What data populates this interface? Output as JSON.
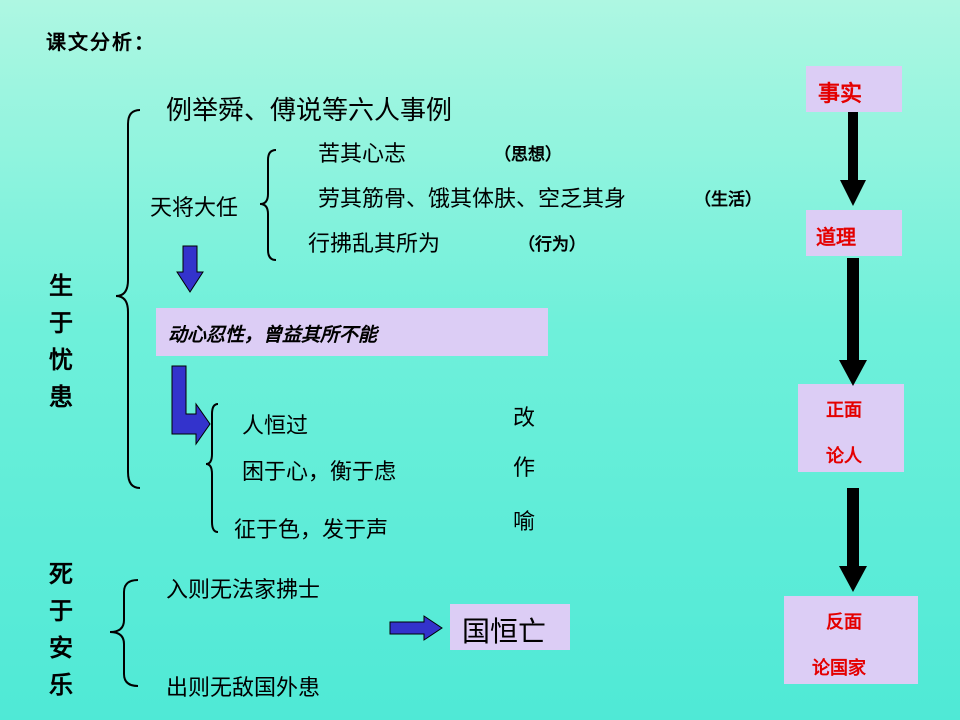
{
  "header": "课文分析：",
  "top": {
    "examples": "例举舜、傅说等六人事例",
    "task": "天将大任",
    "items": [
      {
        "text": "苦其心志",
        "note": "（思想）"
      },
      {
        "text": "劳其筋骨、饿其体肤、空乏其身",
        "note": "（生活）"
      },
      {
        "text": "行拂乱其所为",
        "note": "（行为）"
      }
    ],
    "result": "动心忍性，曾益其所不能",
    "person": [
      "人恒过",
      "困于心，衡于虑",
      "征于色，发于声"
    ],
    "verbs": [
      "改",
      "作",
      "喻"
    ]
  },
  "left_labels": {
    "upper": [
      "生",
      "于",
      "忧",
      "患"
    ],
    "lower": [
      "死",
      "于",
      "安",
      "乐"
    ]
  },
  "bottom": {
    "line1": "入则无法家拂士",
    "line2": "出则无敌国外患",
    "result": "国恒亡"
  },
  "flow": {
    "step1": "事实",
    "step2": "道理",
    "step3": [
      "正面",
      "论人"
    ],
    "step4": [
      "反面",
      "论国家"
    ]
  },
  "colors": {
    "arrow_fill": "#3333cc",
    "red_text": "#e40000",
    "box_fill": "#dccdf5"
  }
}
